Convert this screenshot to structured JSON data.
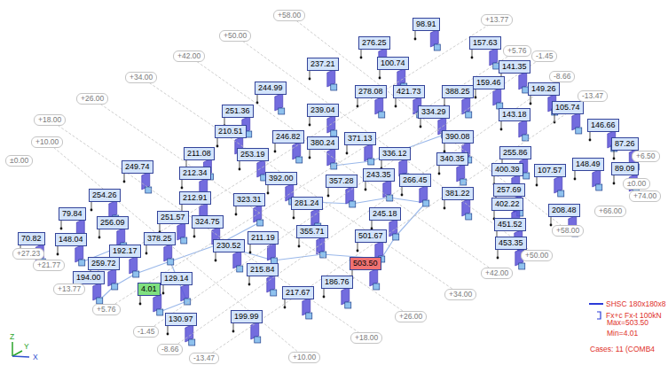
{
  "diagram": {
    "nodes": [
      {
        "text": [
          "98.91"
        ]
      },
      {
        "text": [
          "276.25"
        ]
      },
      {
        "text": [
          "157.63"
        ]
      },
      {
        "text": [
          "100.74"
        ]
      },
      {
        "text": [
          "237.21"
        ]
      },
      {
        "text": [
          "141.35"
        ]
      },
      {
        "text": [
          "159.46"
        ]
      },
      {
        "text": [
          "244.99"
        ]
      },
      {
        "text": [
          "149.26"
        ]
      },
      {
        "text": [
          "278.08"
        ]
      },
      {
        "text": [
          "421.73"
        ]
      },
      {
        "text": [
          "388.25"
        ]
      },
      {
        "text": [
          "105.74"
        ]
      },
      {
        "text": [
          "251.36"
        ]
      },
      {
        "text": [
          "239.04"
        ]
      },
      {
        "text": [
          "334.29"
        ]
      },
      {
        "text": [
          "143.18"
        ]
      },
      {
        "text": [
          "146.66"
        ]
      },
      {
        "text": [
          "210.51"
        ]
      },
      {
        "text": [
          "246.82"
        ]
      },
      {
        "text": [
          "390.08"
        ]
      },
      {
        "text": [
          "371.13"
        ]
      },
      {
        "text": [
          "380.24"
        ]
      },
      {
        "text": [
          "87.26"
        ]
      },
      {
        "text": [
          "255.86"
        ]
      },
      {
        "text": [
          "211.08"
        ]
      },
      {
        "text": [
          "253.19"
        ]
      },
      {
        "text": [
          "336.12"
        ]
      },
      {
        "text": [
          "340.35"
        ]
      },
      {
        "text": [
          "148.49"
        ]
      },
      {
        "text": [
          "249.74"
        ]
      },
      {
        "text": [
          "89.09"
        ]
      },
      {
        "text": [
          "400.39"
        ]
      },
      {
        "text": [
          "107.57"
        ]
      },
      {
        "text": [
          "212.34"
        ]
      },
      {
        "text": [
          "243.35"
        ]
      },
      {
        "text": [
          "392.00"
        ]
      },
      {
        "text": [
          "266.45"
        ]
      },
      {
        "text": [
          "357.28"
        ]
      },
      {
        "text": [
          "257.69"
        ]
      },
      {
        "text": [
          "381.22"
        ]
      },
      {
        "text": [
          "254.26"
        ]
      },
      {
        "text": [
          "212.91"
        ]
      },
      {
        "text": [
          "323.31"
        ]
      },
      {
        "text": [
          "281.24"
        ]
      },
      {
        "text": [
          "402.22"
        ]
      },
      {
        "text": [
          "208.48"
        ]
      },
      {
        "text": [
          "79.84"
        ]
      },
      {
        "text": [
          "245.18"
        ]
      },
      {
        "text": [
          "251.57"
        ]
      },
      {
        "text": [
          "324.75"
        ]
      },
      {
        "text": [
          "256.09"
        ]
      },
      {
        "text": [
          "451.52"
        ]
      },
      {
        "text": [
          "355.71"
        ]
      },
      {
        "text": [
          "501.67"
        ]
      },
      {
        "text": [
          "211.19"
        ]
      },
      {
        "text": [
          "70.82"
        ]
      },
      {
        "text": [
          "148.04"
        ]
      },
      {
        "text": [
          "378.25"
        ]
      },
      {
        "text": [
          "453.35"
        ]
      },
      {
        "text": [
          "230.52"
        ]
      },
      {
        "text": [
          "192.17"
        ]
      },
      {
        "text": [
          "259.72"
        ]
      },
      {
        "text": [
          "503.50"
        ]
      },
      {
        "text": [
          "215.84"
        ]
      },
      {
        "text": [
          "194.00"
        ]
      },
      {
        "text": [
          "129.14"
        ]
      },
      {
        "text": [
          "186.76"
        ]
      },
      {
        "text": [
          "4.01"
        ]
      },
      {
        "text": [
          "217.67"
        ]
      },
      {
        "text": [
          "199.99"
        ]
      },
      {
        "text": [
          "130.97"
        ]
      },
      {
        "text": [
          "+58.00"
        ]
      },
      {
        "text": [
          "+13.77"
        ]
      },
      {
        "text": [
          "+50.00"
        ]
      },
      {
        "text": [
          "+5.76"
        ]
      },
      {
        "text": [
          "-1.45"
        ]
      },
      {
        "text": [
          "+42.00"
        ]
      },
      {
        "text": [
          "-8.66"
        ]
      },
      {
        "text": [
          "+34.00"
        ]
      },
      {
        "text": [
          "-13.47"
        ]
      },
      {
        "text": [
          "+26.00"
        ]
      },
      {
        "text": [
          "+18.00"
        ]
      },
      {
        "text": [
          "+10.00"
        ]
      },
      {
        "text": [
          "+6.50"
        ]
      },
      {
        "text": [
          "±0.00"
        ]
      },
      {
        "text": [
          "±0.00"
        ]
      },
      {
        "text": [
          "+74.00"
        ]
      },
      {
        "text": [
          "+66.00"
        ]
      },
      {
        "text": [
          "+58.00"
        ]
      },
      {
        "text": [
          "+27.23"
        ]
      },
      {
        "text": [
          "+50.00"
        ]
      },
      {
        "text": [
          "+21.77"
        ]
      },
      {
        "text": [
          "+42.00"
        ]
      },
      {
        "text": [
          "+13.77"
        ]
      },
      {
        "text": [
          "+34.00"
        ]
      },
      {
        "text": [
          "+5.76"
        ]
      },
      {
        "text": [
          "+26.00"
        ]
      },
      {
        "text": [
          "-1.45"
        ]
      },
      {
        "text": [
          "+18.00"
        ]
      },
      {
        "text": [
          "-8.66"
        ]
      },
      {
        "text": [
          "+10.00"
        ]
      },
      {
        "text": [
          "-13.47"
        ]
      }
    ],
    "edges": [
      {
        "from": 72,
        "to": 89,
        "arrow": "none"
      },
      {
        "from": 74,
        "to": 91,
        "arrow": "none"
      },
      {
        "from": 77,
        "to": 93,
        "arrow": "none"
      },
      {
        "from": 79,
        "to": 95,
        "arrow": "none"
      },
      {
        "from": 81,
        "to": 97,
        "arrow": "none"
      },
      {
        "from": 82,
        "to": 99,
        "arrow": "none"
      },
      {
        "from": 83,
        "to": 101,
        "arrow": "none"
      },
      {
        "from": 94,
        "to": 73,
        "arrow": "none"
      },
      {
        "from": 96,
        "to": 75,
        "arrow": "none"
      },
      {
        "from": 98,
        "to": 76,
        "arrow": "none"
      },
      {
        "from": 100,
        "to": 78,
        "arrow": "none"
      },
      {
        "from": 102,
        "to": 80,
        "arrow": "none"
      }
    ],
    "labels": [
      "Max=503.50",
      "Min=4.01",
      "Cases: 11 (COMB4",
      "Z",
      "Y",
      "X"
    ],
    "legend": [
      {
        "text": "SHSC 180x180x8"
      },
      {
        "text": "Fx+c Fx-t 100kN"
      }
    ]
  }
}
